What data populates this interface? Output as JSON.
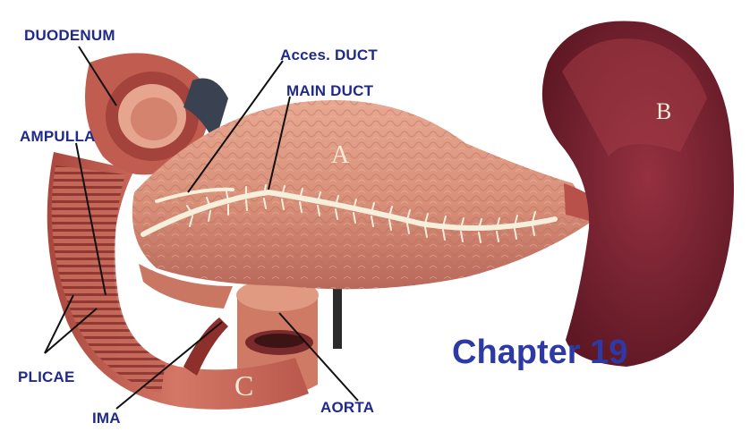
{
  "labels": {
    "duodenum": "DUODENUM",
    "acces_duct": "Acces. DUCT",
    "main_duct": "MAIN DUCT",
    "ampulla": "AMPULLA",
    "plicae": "PLICAE",
    "ima": "IMA",
    "aorta": "AORTA"
  },
  "letters": {
    "a": "A",
    "b": "B",
    "c": "C"
  },
  "caption": "Chapter 19",
  "colors": {
    "label_text": "#1f2a8c",
    "caption_text": "#2d3aa6",
    "pancreas": "#d88f78",
    "spleen": "#7d2331",
    "duct": "#f6efdc",
    "duodenum": "#c9685a"
  }
}
